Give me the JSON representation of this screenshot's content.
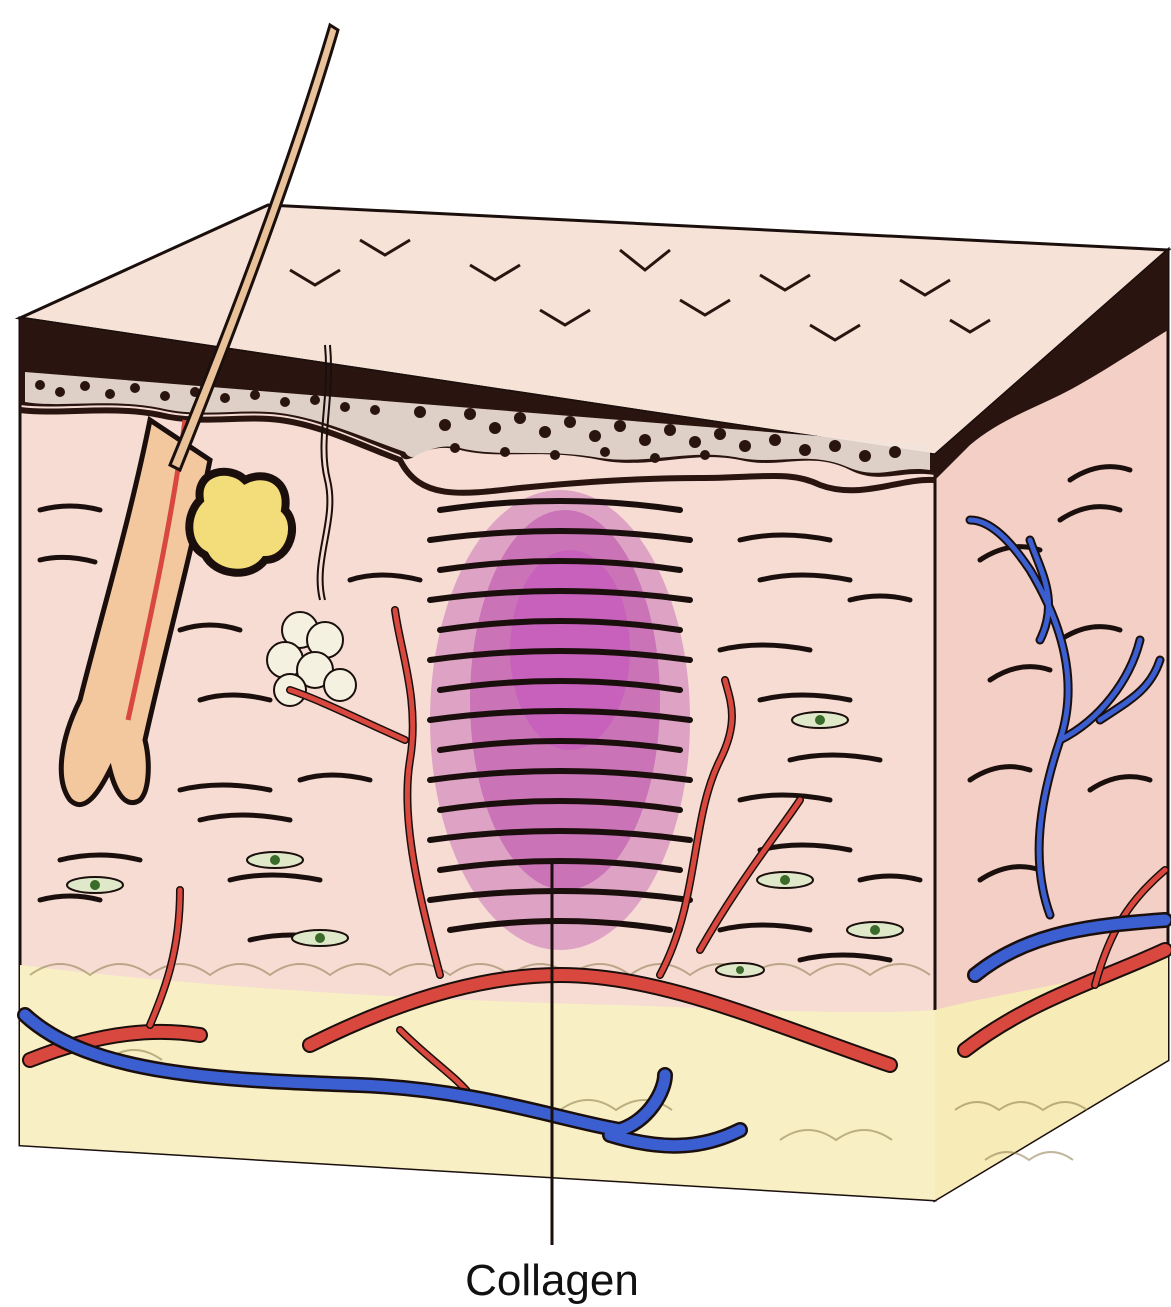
{
  "labels": {
    "collagen": "Collagen"
  },
  "colors": {
    "background": "#ffffff",
    "dermis": "#f6dcd3",
    "top_surface": "#f7e2d8",
    "side_face": "#f3cfc5",
    "epidermis_dark": "#2a1410",
    "subcutaneous_fat": "#f8efc4",
    "collagen_purple": "#b23aa8",
    "artery_red": "#d9483e",
    "vein_blue": "#3b5fd0",
    "hair_shaft": "#e9c29a",
    "sebaceous_gland": "#f3dc7a",
    "cell_nucleus": "#3a6b2a",
    "outline": "#1a0f0c"
  },
  "structures": [
    "skin-block",
    "epidermis",
    "dermis",
    "subcutaneous-fat",
    "hair-follicle",
    "sebaceous-gland",
    "sweat-gland",
    "collagen-deposit",
    "arteries",
    "veins",
    "fibroblasts"
  ]
}
